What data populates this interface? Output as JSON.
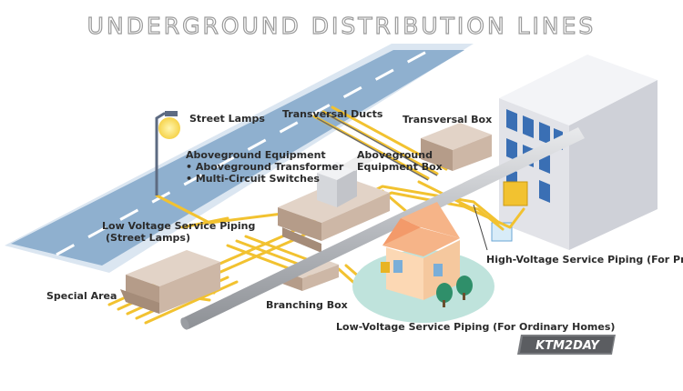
{
  "title": "UNDERGROUND DISTRIBUTION LINES",
  "labels": {
    "street_lamps": "Street Lamps",
    "transversal_ducts": "Transversal Ducts",
    "transversal_box": "Transversal Box",
    "aboveground_equipment": "Aboveground Equipment",
    "aboveground_transformer": "• Aboveground Transformer",
    "multi_circuit_switches": "• Multi-Circuit Switches",
    "aboveground_equipment_box_1": "Aboveground",
    "aboveground_equipment_box_2": "Equipment Box",
    "low_voltage_street_1": "Low Voltage Service Piping",
    "low_voltage_street_2": "(Street Lamps)",
    "high_voltage": "High-Voltage Service Piping (For Pr",
    "special_area": "Special Area",
    "branching_box": "Branching Box",
    "low_voltage_homes": "Low-Voltage Service Piping (For Ordinary Homes)"
  },
  "logo_text": "KTM2DAY",
  "colors": {
    "road": "#8fb0cf",
    "road_edge": "#dbe6f1",
    "cable": "#f2c230",
    "box": "#cdb7a6",
    "building": "#e8e9ee",
    "window": "#3a6fb4",
    "house_wall": "#fcd8b4",
    "house_roof": "#f6b488",
    "ground": "#bfe3dc",
    "pipe": "#b0b3b8"
  }
}
